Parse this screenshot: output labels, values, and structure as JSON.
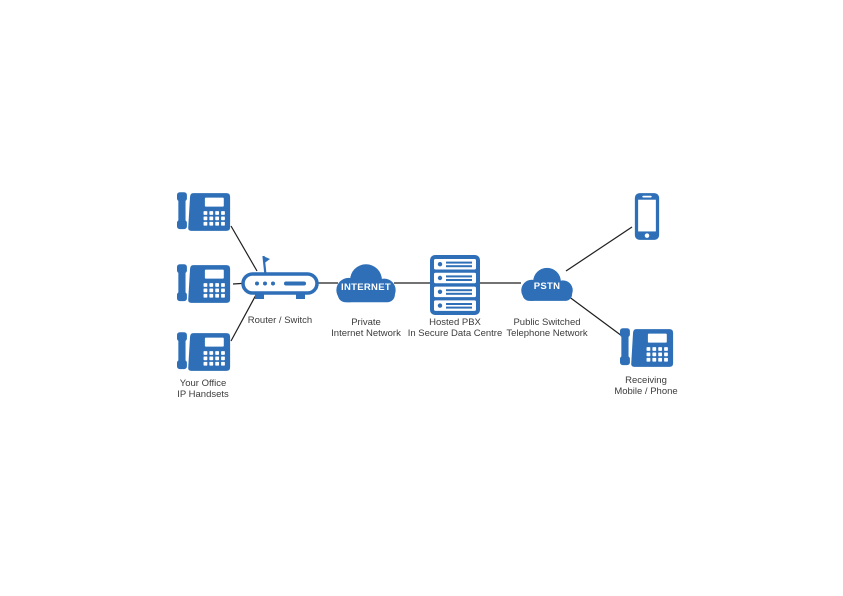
{
  "diagram": {
    "colors": {
      "primary": "#2E6FB7",
      "connector": "#1f1f1f"
    },
    "nodes": {
      "office_phones": {
        "label_line1": "Your Office",
        "label_line2": "IP Handsets"
      },
      "router": {
        "label": "Router / Switch"
      },
      "internet_cloud": {
        "text": "INTERNET",
        "label_line1": "Private",
        "label_line2": "Internet Network"
      },
      "hosted_pbx": {
        "label_line1": "Hosted PBX",
        "label_line2": "In Secure Data Centre"
      },
      "pstn_cloud": {
        "text": "PSTN",
        "label_line1": "Public Switched",
        "label_line2": "Telephone Network"
      },
      "receiving": {
        "label_line1": "Receiving",
        "label_line2": "Mobile / Phone"
      }
    }
  }
}
